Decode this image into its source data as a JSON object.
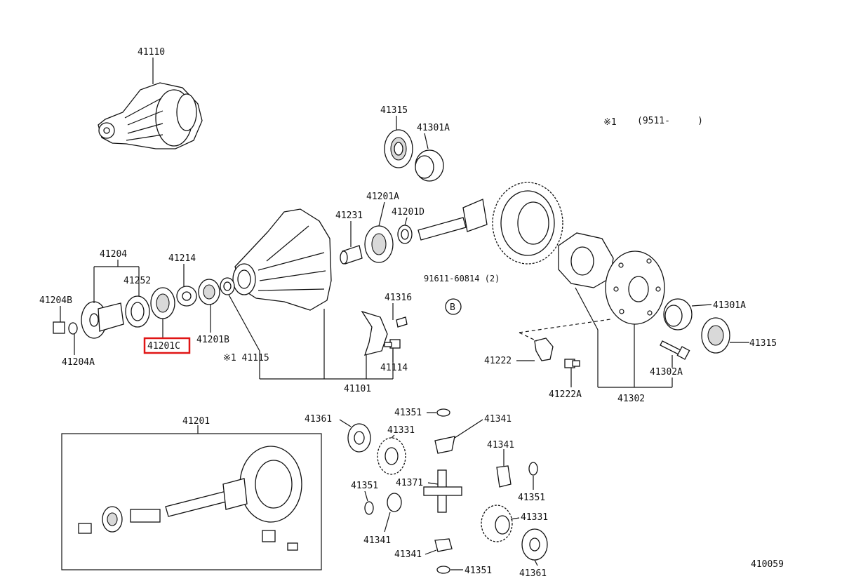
{
  "labels": {
    "p41110": "41110",
    "p41315_top": "41315",
    "p41301A_top": "41301A",
    "note_star1": "※1",
    "note_date": "(9511-     )",
    "p41201A": "41201A",
    "p41231": "41231",
    "p41201D": "41201D",
    "p41204": "41204",
    "p41214": "41214",
    "p41252": "41252",
    "p41204B": "41204B",
    "p41204A": "41204A",
    "p41201C": "41201C",
    "p41201B": "41201B",
    "p41115": "※1 41115",
    "p41316": "41316",
    "p41114": "41114",
    "p41101": "41101",
    "p91611": "91611-60814 (2)",
    "circle_b": "B",
    "p41301A_right": "41301A",
    "p41315_right": "41315",
    "p41222": "41222",
    "p41222A": "41222A",
    "p41302A": "41302A",
    "p41302": "41302",
    "p41201_box": "41201",
    "p41361_left": "41361",
    "p41351_top": "41351",
    "p41341_top": "41341",
    "p41331_left": "41331",
    "p41371": "41371",
    "p41351_left": "41351",
    "p41341_mid": "41341",
    "p41351_right": "41351",
    "p41331_right": "41331",
    "p41341_left": "41341",
    "p41341_bottom": "41341",
    "p41351_bottom": "41351",
    "p41361_right": "41361",
    "diagram_id": "410059"
  },
  "highlight": {
    "part": "41201C",
    "color": "#e01515"
  }
}
